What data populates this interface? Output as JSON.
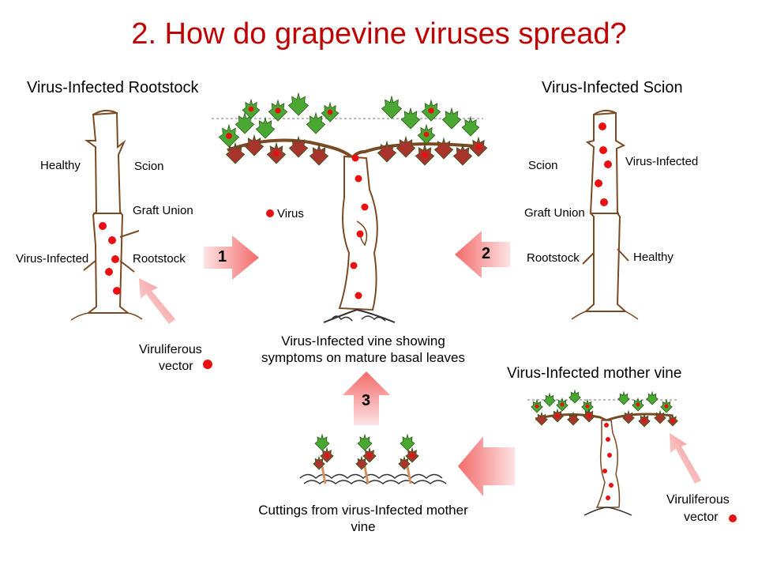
{
  "title": "2. How do grapevine viruses spread?",
  "left_panel": {
    "heading": "Virus-Infected Rootstock",
    "healthy": "Healthy",
    "scion": "Scion",
    "graft_union": "Graft Union",
    "virus_infected": "Virus-Infected",
    "rootstock": "Rootstock",
    "vector_line1": "Viruliferous",
    "vector_line2": "vector"
  },
  "right_panel": {
    "heading": "Virus-Infected Scion",
    "scion": "Scion",
    "virus_infected": "Virus-Infected",
    "graft_union": "Graft Union",
    "rootstock": "Rootstock",
    "healthy": "Healthy"
  },
  "center": {
    "virus_legend": "Virus",
    "caption_line1": "Virus-Infected vine showing",
    "caption_line2": "symptoms on mature basal leaves"
  },
  "mother_vine": {
    "heading": "Virus-Infected mother vine",
    "vector_line1": "Viruliferous",
    "vector_line2": "vector"
  },
  "cuttings": {
    "caption_line1": "Cuttings from virus-Infected mother",
    "caption_line2": "vine"
  },
  "arrows": {
    "one": "1",
    "two": "2",
    "three": "3"
  },
  "colors": {
    "title": "#c00000",
    "virus": "#e81010",
    "trunk": "#7a4a24",
    "arrow_dark": "#f36a6a",
    "arrow_light": "#fde3e3",
    "leaf_green": "#4aa832",
    "leaf_red": "#a8342c"
  },
  "icons": [
    "virus-dot-icon",
    "arrow-right-icon",
    "arrow-left-icon",
    "arrow-up-icon",
    "grapevine-icon",
    "cutting-icon",
    "vector-arrow-icon"
  ]
}
